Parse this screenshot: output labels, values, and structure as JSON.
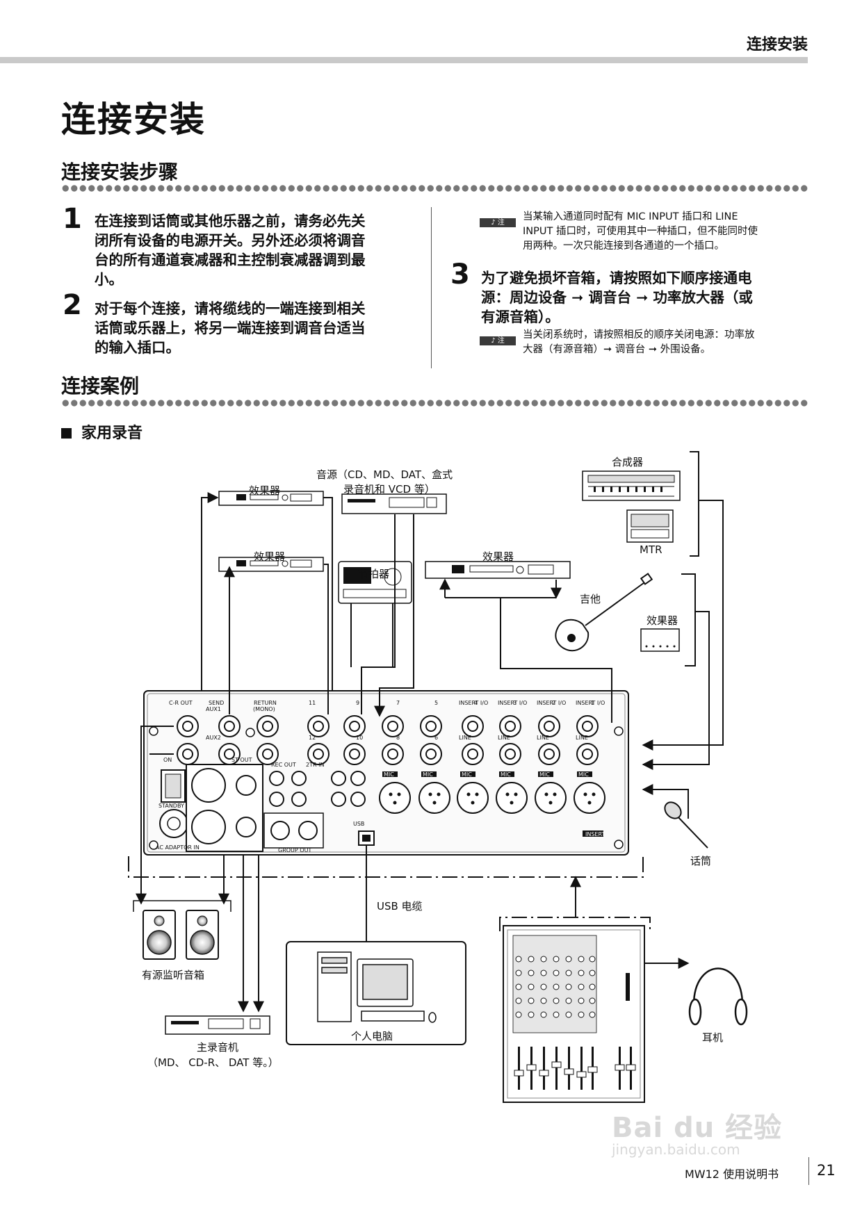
{
  "header": {
    "section": "连接安装"
  },
  "page_title": "连接安装",
  "procedure": {
    "title": "连接安装步骤",
    "steps": [
      {
        "num": "1",
        "lines": [
          "在连接到话筒或其他乐器之前，请务必先关",
          "闭所有设备的电源开关。另外还必须将调音",
          "台的所有通道衰减器和主控制衰减器调到最",
          "小。"
        ]
      },
      {
        "num": "2",
        "lines": [
          "对于每个连接，请将缆线的一端连接到相关",
          "话筒或乐器上，将另一端连接到调音台适当",
          "的输入插口。"
        ]
      },
      {
        "num": "3",
        "lines": [
          "为了避免损坏音箱，请按照如下顺序接通电",
          "源：周边设备 ➞ 调音台 ➞ 功率放大器（或",
          "有源音箱）。"
        ]
      }
    ],
    "note_badge": "注",
    "note1": [
      "当某输入通道同时配有 MIC INPUT 插口和 LINE",
      "INPUT 插口时，可使用其中一种插口，但不能同时使",
      "用两种。一次只能连接到各通道的一个插口。"
    ],
    "note2": [
      "当关闭系统时，请按照相反的顺序关闭电源：功率放",
      "大器（有源音箱）➞ 调音台 ➞ 外围设备。"
    ]
  },
  "examples": {
    "title": "连接案例",
    "subsection": "家用录音"
  },
  "diagram": {
    "effect1": "效果器",
    "effect2": "效果器",
    "effect3": "效果器",
    "effect4": "效果器",
    "source_line1": "音源（CD、MD、DAT、盒式",
    "source_line2": "录音机和 VCD 等）",
    "metronome": "节拍器",
    "synth": "合成器",
    "mtr": "MTR",
    "guitar": "吉他",
    "mic": "话筒",
    "monitors": "有源监听音箱",
    "usb_cable": "USB 电缆",
    "pc": "个人电脑",
    "recorder_line1": "主录音机",
    "recorder_line2": "（MD、 CD-R、 DAT 等。）",
    "headphones": "耳机",
    "panel": {
      "cr_out": "C-R OUT",
      "send": "SEND",
      "aux1": "AUX1",
      "aux2": "AUX2",
      "return": "RETURN",
      "mono": "(MONO)",
      "on": "ON",
      "standby": "STANDBY",
      "ac_adaptor": "AC ADAPTOR IN",
      "st_out": "ST OUT",
      "rec_out": "REC OUT",
      "two_tr_in": "2TR IN",
      "group_out": "GROUP OUT",
      "usb": "USB",
      "insert_io": "INSERT I/O",
      "line": "LINE",
      "mic": "MIC",
      "insert": "INSERT",
      "ch": [
        "1",
        "2",
        "3",
        "4",
        "5",
        "6",
        "7",
        "8",
        "9",
        "10",
        "11",
        "12"
      ]
    }
  },
  "footer": {
    "manual": "MW12 使用说明书",
    "page": "21"
  },
  "watermark": {
    "brand": "Bai du 经验",
    "url": "jingyan.baidu.com"
  }
}
